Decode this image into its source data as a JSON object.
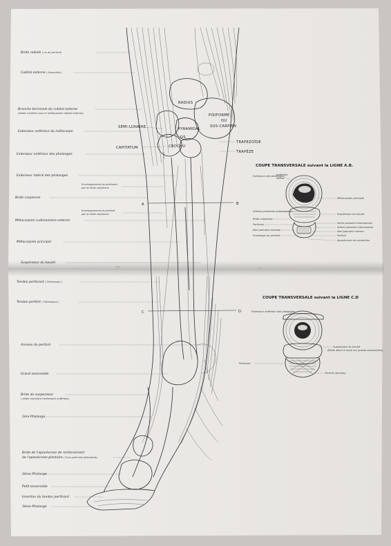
{
  "labels_left": [
    {
      "text": "Bride radiale",
      "sub": "( ou du perforé)"
    },
    {
      "text": "Cubital externe",
      "sub": "( Sesmoïde )"
    },
    {
      "text": "Branche terminale du cubital externe",
      "sub": "(allant s'insérer sous le métacarpien latéral externe)"
    },
    {
      "text": "Extenseur antérieur du métacarpe",
      "sub": ""
    },
    {
      "text": "Extenseur antérieur des phalanges",
      "sub": ""
    },
    {
      "text": "Extenseur latéral des phalanges",
      "sub": ""
    },
    {
      "text": "Bride carpienne",
      "sub": ""
    },
    {
      "text": "Métacarpien rudimentaire externe",
      "sub": ""
    },
    {
      "text": "Métacarpien principal",
      "sub": ""
    },
    {
      "text": "Suspenseur du boulet",
      "sub": ""
    },
    {
      "text": "Tendon perforant",
      "sub": "( Fléchisseur )"
    },
    {
      "text": "Tendon perforé",
      "sub": "( Fléchisseur )"
    },
    {
      "text": "Anneau du perforé",
      "sub": ""
    },
    {
      "text": "Grand sesamoïde",
      "sub": ""
    },
    {
      "text": "Bride du suspenseur",
      "sub": "( allant rejoindre l'extenseur antérieur)"
    },
    {
      "text": "1ère Phalange",
      "sub": ""
    },
    {
      "text": "Bride de l'aponévrose de renforcement",
      "sub": ""
    },
    {
      "text": "de l'aponévrose plantaire",
      "sub": "( Ecus plati des Allemands)"
    },
    {
      "text": "2ème Phalange",
      "sub": ""
    },
    {
      "text": "Petit sesamoïde",
      "sub": ""
    },
    {
      "text": "Insertion du tendon perforant",
      "sub": ""
    },
    {
      "text": "3ème Phalange",
      "sub": ""
    }
  ],
  "labels_mid": [
    {
      "text": "Enveloppement du perforant",
      "sub": "par la bride carpienne"
    },
    {
      "text": "Enveloppement du perforé",
      "sub": "par la bride carpienne"
    }
  ],
  "bones": {
    "radius": "RADIUS",
    "pisiforme": "PISIFORME",
    "ou": "OU",
    "sus_carpien": "SUS-CARPIEN",
    "semi_lunaire": "SEMI-LUNAIRE",
    "pyramidal": "PYRAMIDAL",
    "os": "OS",
    "crochu": "CROCHU",
    "capitatum": "CAPITATUM",
    "trapezoide": "TRAPEZOÏDE",
    "trapeze": "TRAPÈZE"
  },
  "section_lines": {
    "ab": {
      "left": "A",
      "right": "B"
    },
    "cd": {
      "left": "C",
      "right": "D"
    }
  },
  "section_ab": {
    "title": "COUPE TRANSVERSALE suivant la LIGNE A.B.",
    "left": [
      {
        "text": "Extenseur des phalanges"
      },
      {
        "text": "Artères palmaires interosseuses"
      },
      {
        "text": "Bride carpienne"
      },
      {
        "text": "Perforant"
      },
      {
        "text": "Nerf palmaire externe"
      },
      {
        "text": "Enveloppe du perforé"
      }
    ],
    "right": [
      {
        "text": "Métacarpien principal"
      },
      {
        "text": "Suspenseur du boulet"
      },
      {
        "text": "Veine palmaire interosseuse"
      },
      {
        "text": "Artère palmaire interosseuse"
      },
      {
        "text": "Nerf palmaire interne"
      },
      {
        "text": "Perforé"
      },
      {
        "text": "Aponévrose de contention"
      }
    ],
    "tiny": {
      "a": "antérieur",
      "b": "latéral"
    }
  },
  "section_cd": {
    "title": "COUPE TRANSVERSALE suivant la LIGNE C.D",
    "left": [
      {
        "text": "Extenseur antérieur des phalanges"
      },
      {
        "text": "Perforant"
      }
    ],
    "right": [
      {
        "text": "Suspenseur du boulet",
        "sub": "(Bride allant à toute sur grands sesamoïdes)"
      },
      {
        "text": "Perforé",
        "sub": "(Anneau)"
      }
    ]
  }
}
